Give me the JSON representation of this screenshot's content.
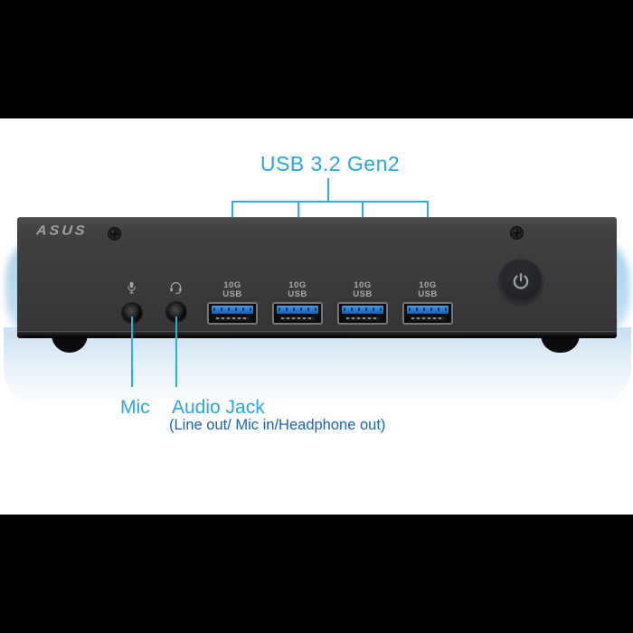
{
  "page": {
    "background": "#ffffff",
    "letterbox_color": "#000000"
  },
  "title_callout": {
    "label": "USB 3.2 Gen2"
  },
  "device": {
    "brand": "ASUS",
    "usb_ports": [
      {
        "line1": "10G",
        "line2": "USB"
      },
      {
        "line1": "10G",
        "line2": "USB"
      },
      {
        "line1": "10G",
        "line2": "USB"
      },
      {
        "line1": "10G",
        "line2": "USB"
      }
    ]
  },
  "bottom_callouts": {
    "mic_label": "Mic",
    "audio_jack_label": "Audio Jack",
    "audio_jack_sub": "(Line out/ Mic in/Headphone out)"
  },
  "icons": {
    "mic": "mic-icon",
    "headset": "headset-icon",
    "power": "power-icon",
    "screw": "screw-icon"
  },
  "colors": {
    "accent_cyan": "#29a7dc",
    "callout_line": "#2cb0d3",
    "sub_label_blue": "#1c64ad",
    "chassis_gray": "#3c3d3f",
    "usb_blue": "#2b7fd6",
    "port_label_gray": "#a8a9ab",
    "glow_blue": "#a6d0ea"
  }
}
